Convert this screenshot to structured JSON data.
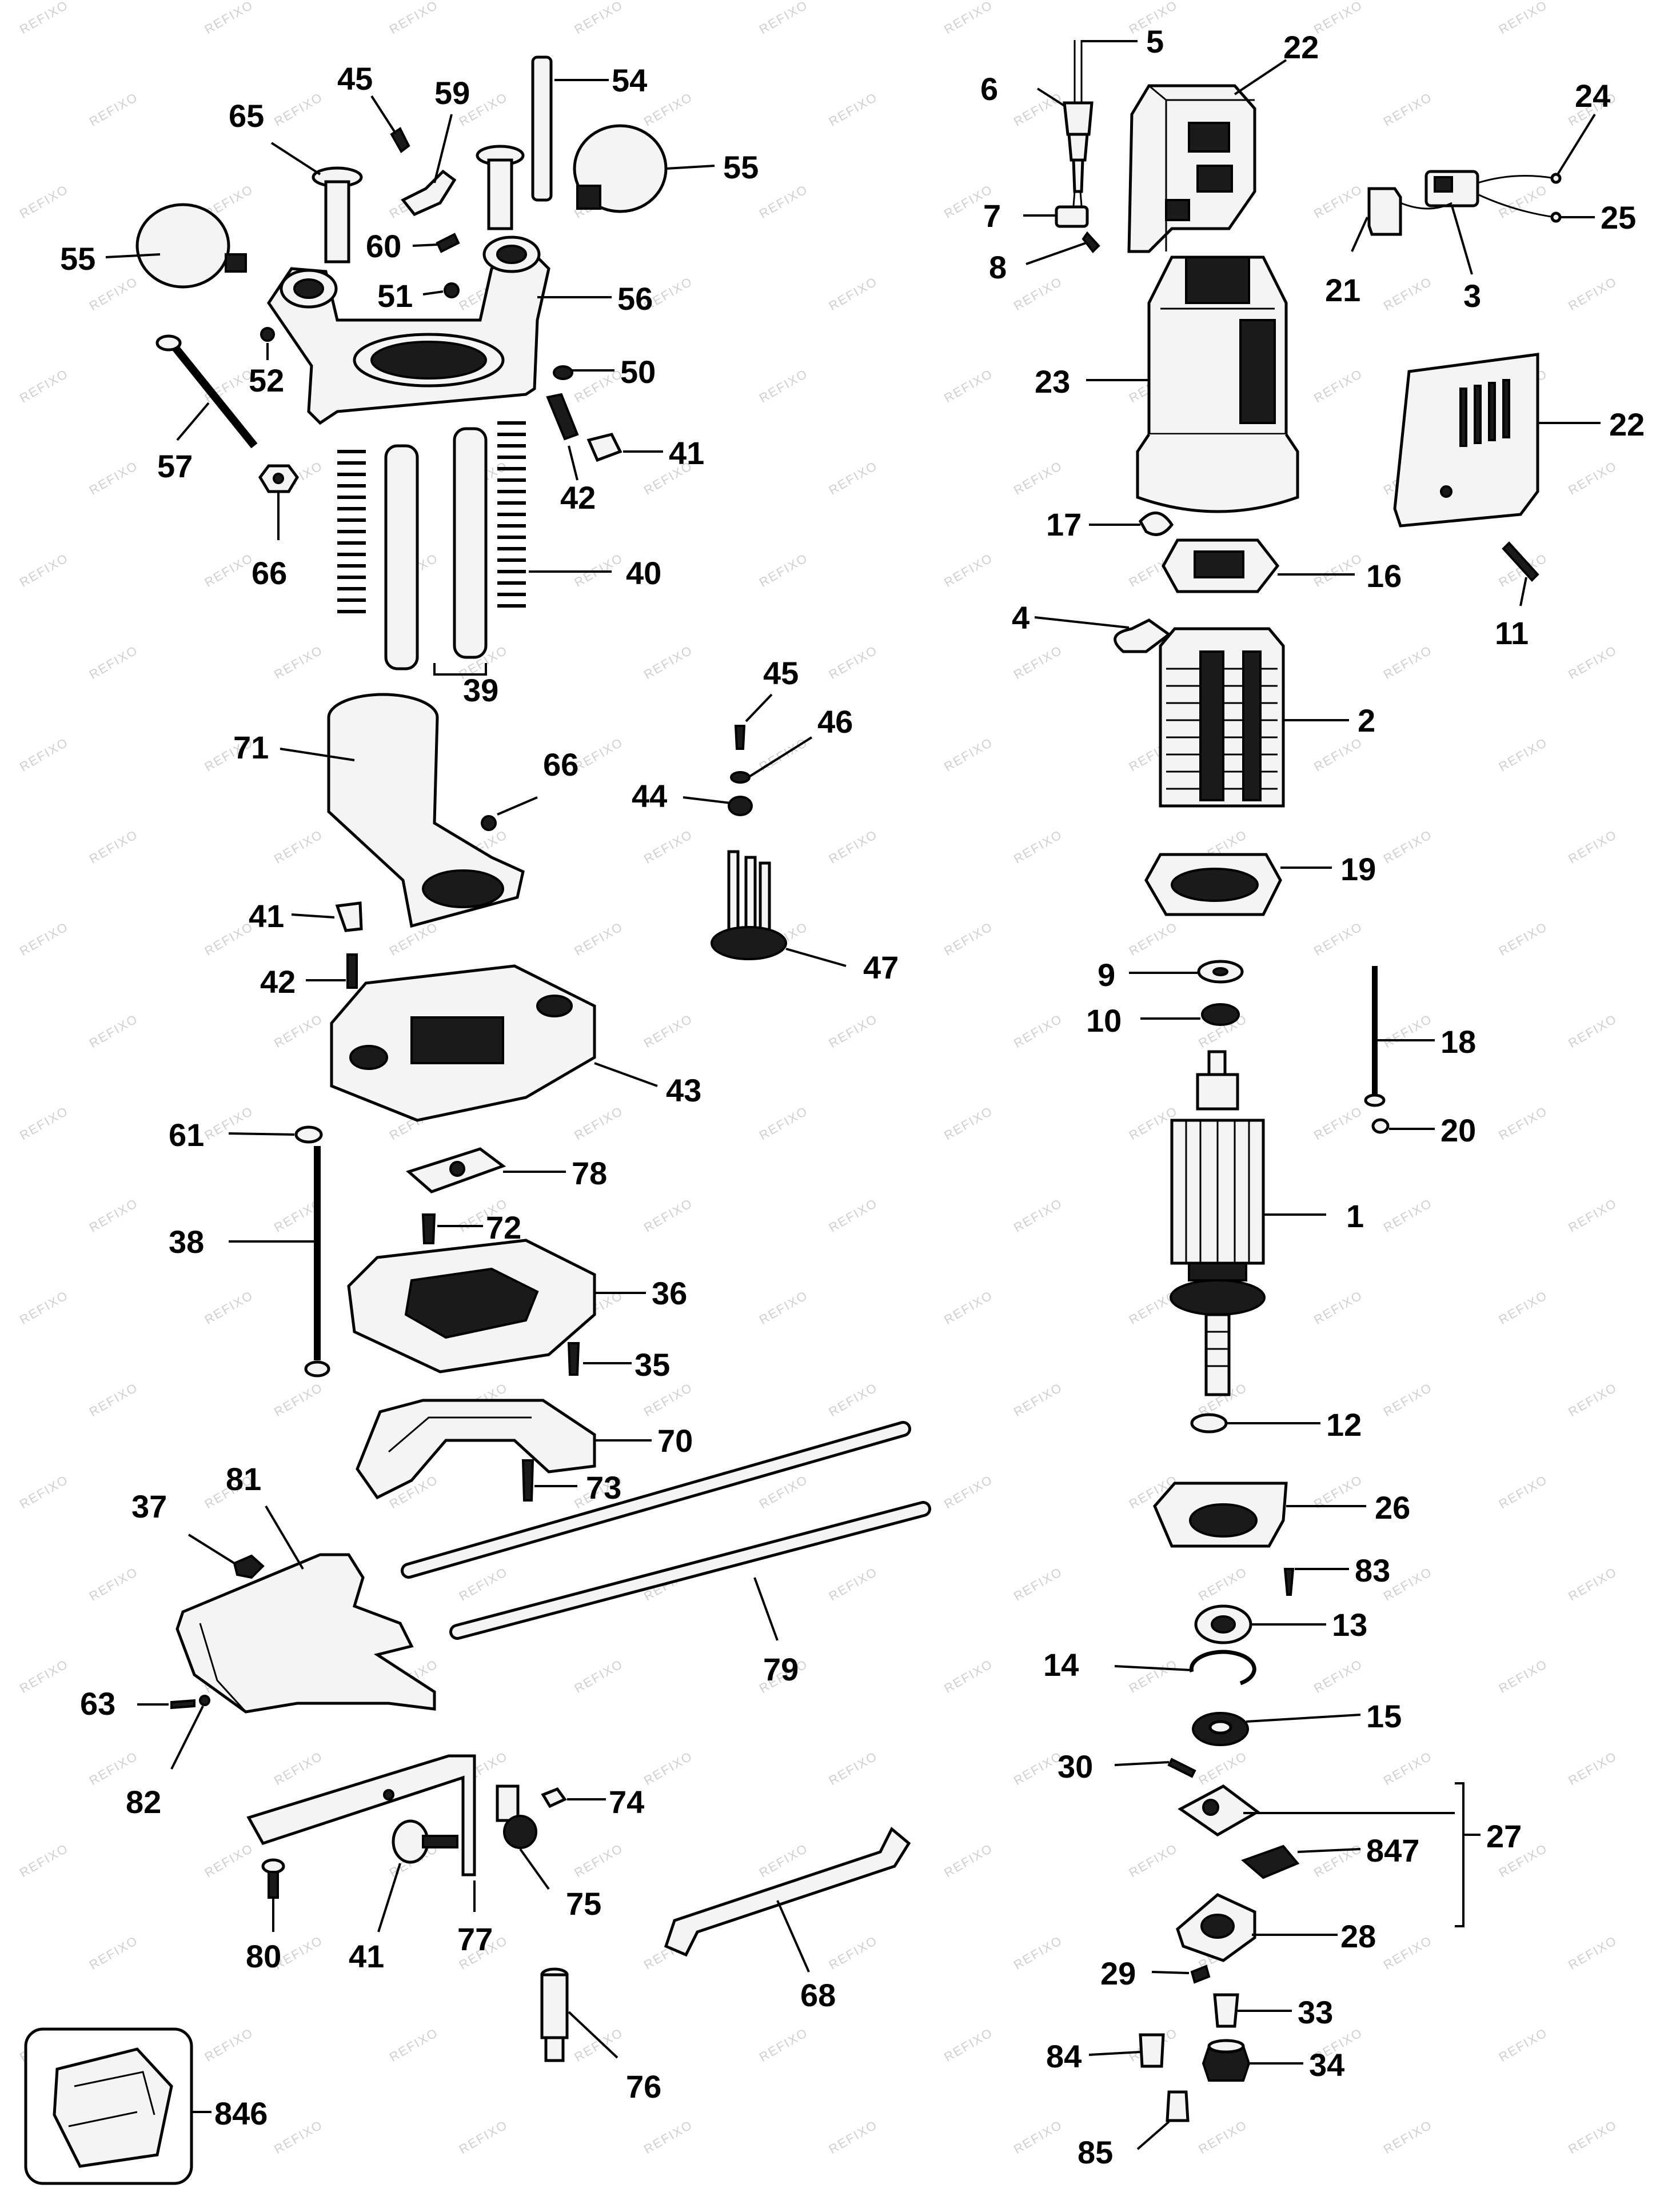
{
  "watermark": "REFIXO",
  "labels": {
    "l5": "5",
    "l22a": "22",
    "l6": "6",
    "l24": "24",
    "l7": "7",
    "l25": "25",
    "l8": "8",
    "l21": "21",
    "l3": "3",
    "l23": "23",
    "l22b": "22",
    "l17": "17",
    "l16": "16",
    "l11": "11",
    "l4": "4",
    "l2": "2",
    "l19": "19",
    "l9": "9",
    "l10": "10",
    "l18": "18",
    "l20": "20",
    "l1": "1",
    "l12": "12",
    "l26": "26",
    "l83": "83",
    "l13": "13",
    "l14": "14",
    "l15": "15",
    "l30": "30",
    "l27": "27",
    "l847": "847",
    "l28": "28",
    "l29": "29",
    "l33": "33",
    "l84": "84",
    "l34": "34",
    "l85": "85",
    "l45a": "45",
    "l54": "54",
    "l65": "65",
    "l59": "59",
    "l55a": "55",
    "l55b": "55",
    "l60": "60",
    "l51": "51",
    "l56": "56",
    "l52": "52",
    "l50": "50",
    "l57": "57",
    "l41a": "41",
    "l42a": "42",
    "l66a": "66",
    "l40": "40",
    "l39": "39",
    "l71": "71",
    "l66b": "66",
    "l45b": "45",
    "l46": "46",
    "l44": "44",
    "l47": "47",
    "l41b": "41",
    "l42b": "42",
    "l43": "43",
    "l61": "61",
    "l78": "78",
    "l72": "72",
    "l38": "38",
    "l36": "36",
    "l35": "35",
    "l70": "70",
    "l73": "73",
    "l37": "37",
    "l81": "81",
    "l79": "79",
    "l63": "63",
    "l82": "82",
    "l74": "74",
    "l75": "75",
    "l80": "80",
    "l41c": "41",
    "l77": "77",
    "l68": "68",
    "l76": "76",
    "l846": "846"
  }
}
